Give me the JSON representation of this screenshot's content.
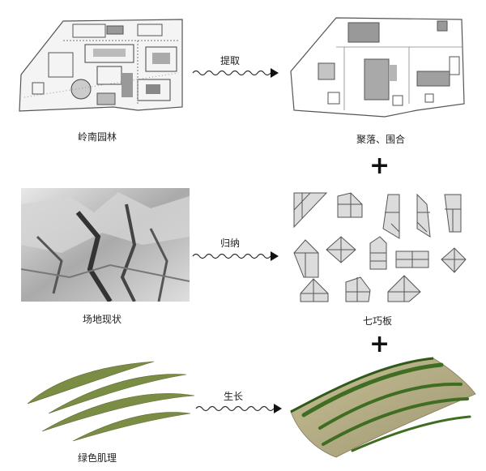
{
  "rows": [
    {
      "source_label": "岭南园林",
      "arrow_label": "提取",
      "result_label": "聚落、围合"
    },
    {
      "source_label": "场地现状",
      "arrow_label": "归纳",
      "result_label": "七巧板"
    },
    {
      "source_label": "绿色肌理",
      "arrow_label": "生长",
      "result_label": ""
    }
  ],
  "plus_signs": [
    "+",
    "+"
  ],
  "colors": {
    "line": "#666666",
    "tangram_fill": "#dcdcdc",
    "tangram_stroke": "#555555",
    "grass_fill": "#7b8c45",
    "grass_dark": "#3f6d22",
    "terrain_fill": "#b6ae85"
  }
}
